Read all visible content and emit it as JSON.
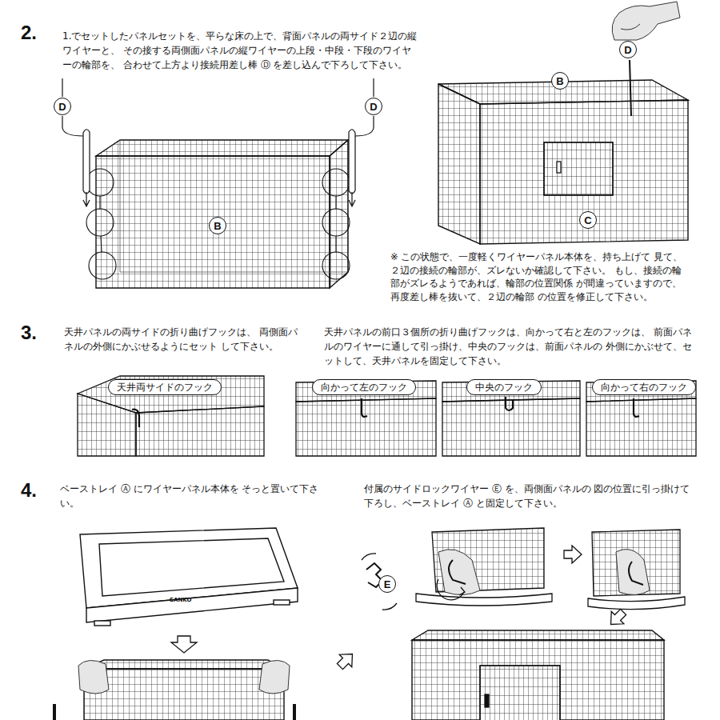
{
  "diagram": {
    "nodes": [
      {
        "text": [
          "D"
        ]
      },
      {
        "text": [
          "D"
        ]
      },
      {
        "text": [
          "B"
        ]
      },
      {
        "text": [
          "D"
        ]
      },
      {
        "text": [
          "B"
        ]
      },
      {
        "text": [
          "C"
        ]
      },
      {
        "text": [
          "天井両サイドのフック"
        ]
      },
      {
        "text": [
          "向かって左のフック"
        ]
      },
      {
        "text": [
          "中央のフック"
        ]
      },
      {
        "text": [
          "向かって右のフック"
        ]
      },
      {
        "text": [
          "E"
        ]
      }
    ],
    "labels": [
      "2.",
      "1.でセットしたパネルセットを、平らな床の上で、背面パネルの両サイド２辺の縦ワイヤーと、 その接する両側面パネルの縦ワイヤーの上段・中段・下段のワイヤーの輪部を、 合わせて上方より接続用差し棒 Ⓓ を差し込んで下ろして下さい。",
      "※ この状態で、一度軽くワイヤーパネル本体を、持ち上げて 見て、２辺の接続の輪部が、ズレないか確認して下さい。 もし、接続の輪部がズレるようであれば、輪部の位置関係 が間違っていますので、再度差し棒を抜いて、２辺の輪部 の位置を修正して下さい。",
      "3.",
      "天井パネルの両サイドの折り曲げフックは、 両側面パネルの外側にかぶせるようにセット して下さい。",
      "天井パネルの前口３個所の折り曲げフックは、向かって右と左のフックは、 前面パネルのワイヤーに通して引っ掛け、中央のフックは、前面パネルの 外側にかぶせて、セットして、天井パネルを固定して下さい。",
      "4.",
      "ベーストレイ Ⓐ にワイヤーパネル本体を そっと置いて下さい。",
      "付属のサイドロックワイヤー Ⓔ を、両側面パネルの 図の位置に引っ掛けて下ろし、ベーストレイ Ⓐ と固定して下さい。",
      "SANKO"
    ]
  }
}
